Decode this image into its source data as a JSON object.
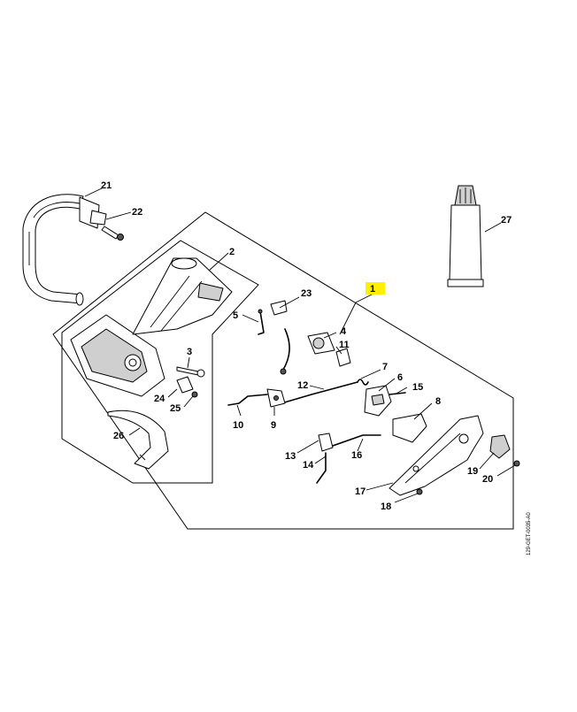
{
  "diagram": {
    "document_code": "129-GET-0035-A0",
    "highlight_color": "#ffef00",
    "callouts": [
      {
        "id": "c1",
        "label": "1"
      },
      {
        "id": "c2",
        "label": "2"
      },
      {
        "id": "c3",
        "label": "3"
      },
      {
        "id": "c4",
        "label": "4"
      },
      {
        "id": "c5",
        "label": "5"
      },
      {
        "id": "c6",
        "label": "6"
      },
      {
        "id": "c7",
        "label": "7"
      },
      {
        "id": "c8",
        "label": "8"
      },
      {
        "id": "c9",
        "label": "9"
      },
      {
        "id": "c10",
        "label": "10"
      },
      {
        "id": "c11",
        "label": "11"
      },
      {
        "id": "c12",
        "label": "12"
      },
      {
        "id": "c13",
        "label": "13"
      },
      {
        "id": "c14",
        "label": "14"
      },
      {
        "id": "c15",
        "label": "15"
      },
      {
        "id": "c16",
        "label": "16"
      },
      {
        "id": "c17",
        "label": "17"
      },
      {
        "id": "c18",
        "label": "18"
      },
      {
        "id": "c19",
        "label": "19"
      },
      {
        "id": "c20",
        "label": "20"
      },
      {
        "id": "c21",
        "label": "21"
      },
      {
        "id": "c22",
        "label": "22"
      },
      {
        "id": "c23",
        "label": "23"
      },
      {
        "id": "c24",
        "label": "24"
      },
      {
        "id": "c25",
        "label": "25"
      },
      {
        "id": "c26",
        "label": "26"
      },
      {
        "id": "c27",
        "label": "27"
      }
    ]
  }
}
